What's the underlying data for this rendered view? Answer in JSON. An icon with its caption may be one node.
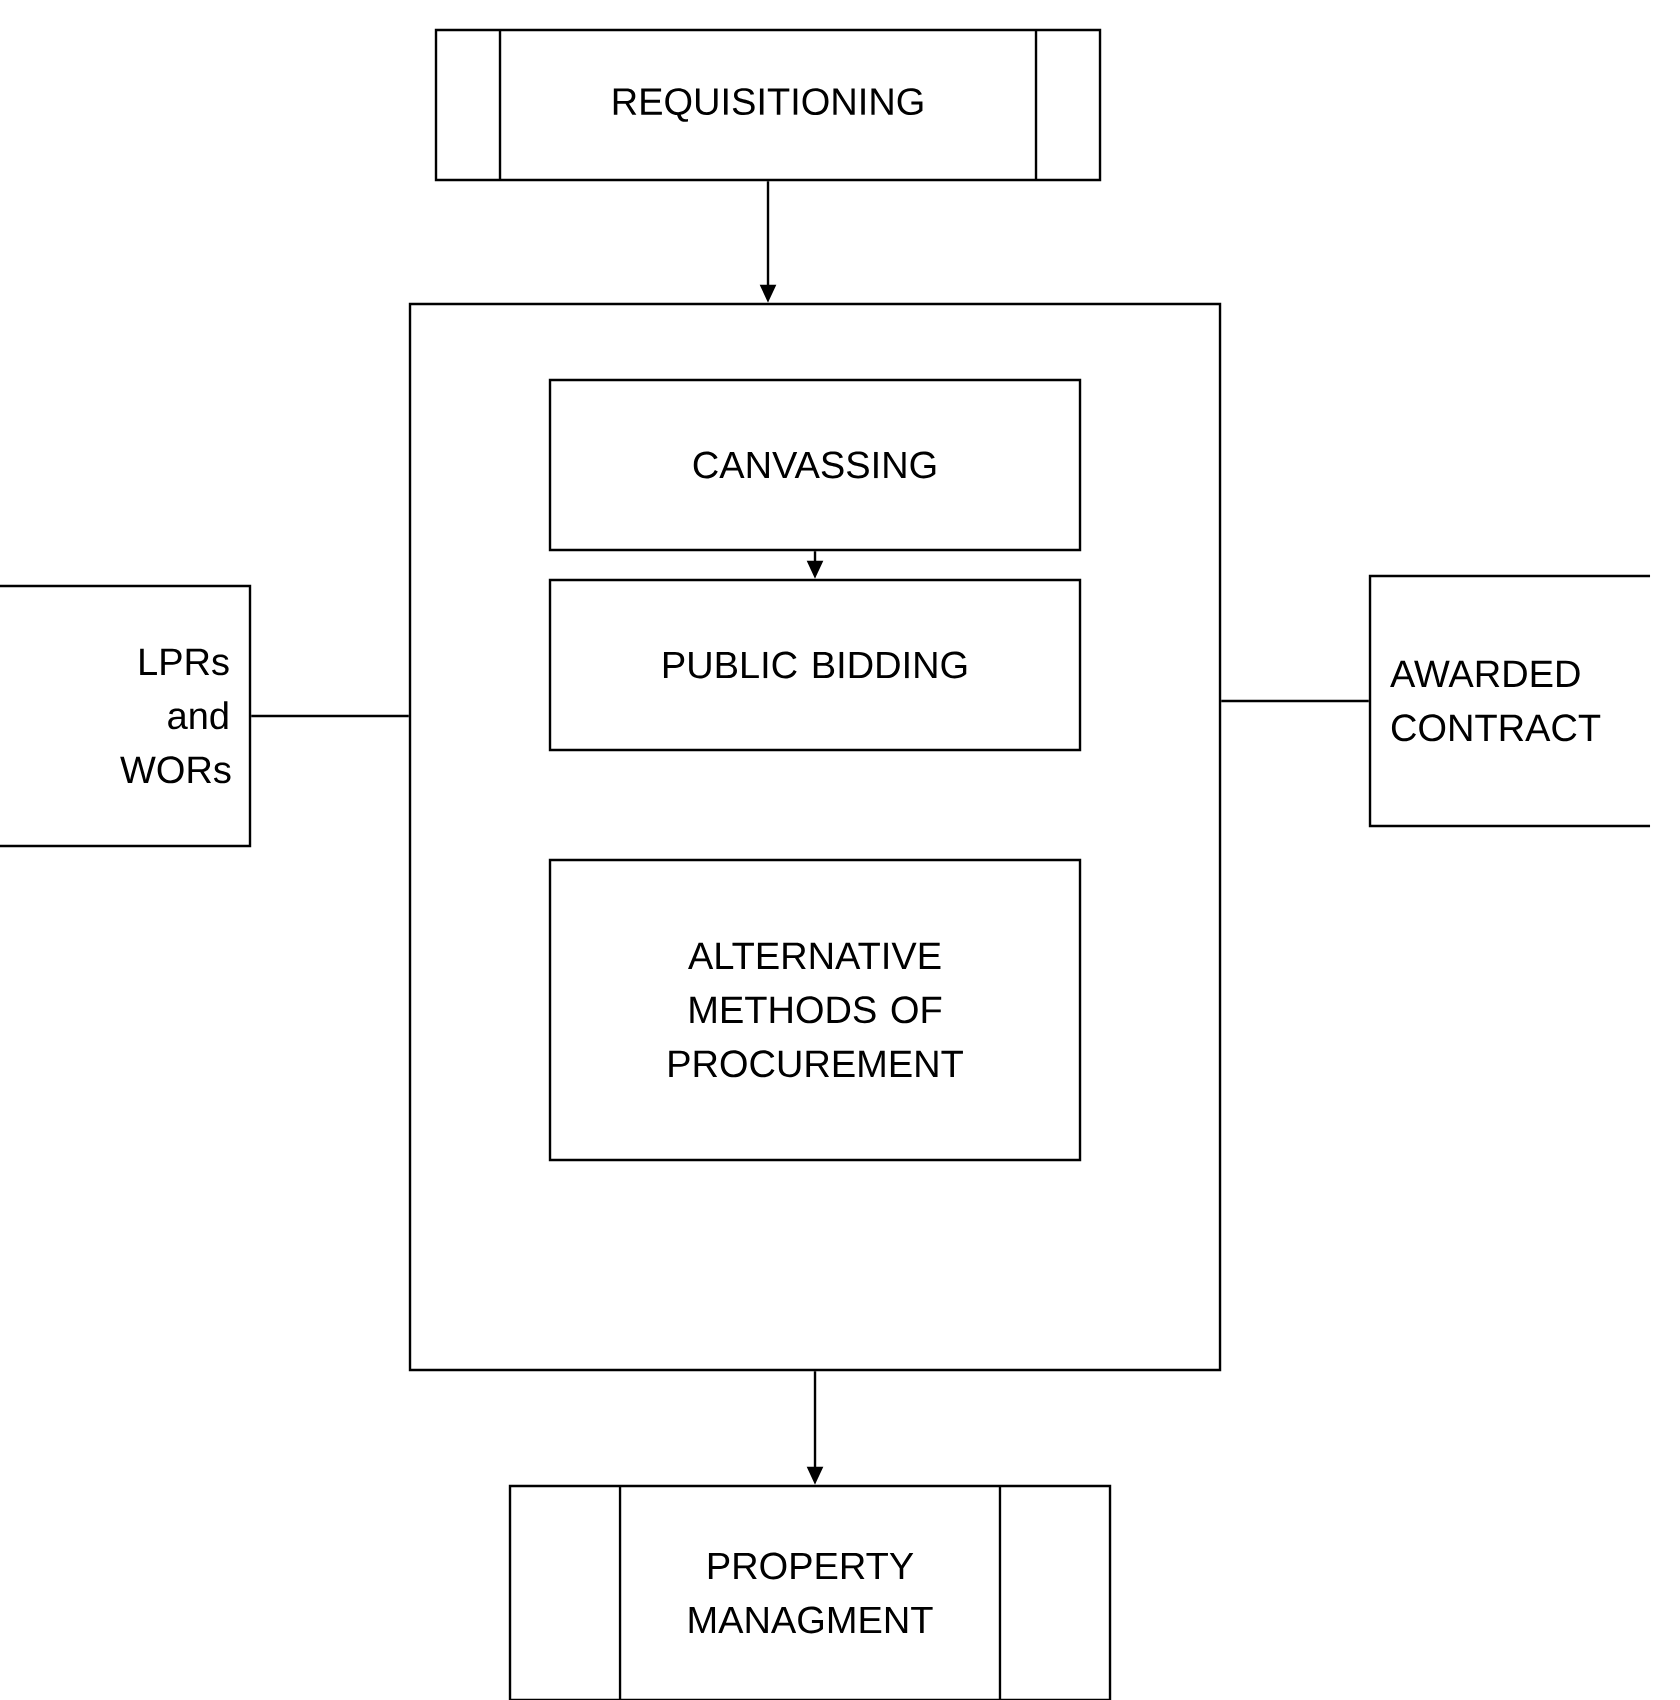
{
  "diagram": {
    "nodes": [
      {
        "text": [
          "REQUISITIONING"
        ]
      },
      {
        "text": [],
        "shape": "box"
      },
      {
        "text": [
          "CANVASSING"
        ],
        "in": 1
      },
      {
        "text": [
          "PUBLIC BIDDING"
        ],
        "in": 1
      },
      {
        "text": [
          "ALTERNATIVE METHODS OF PROCUREMENT"
        ],
        "in": 1
      },
      {
        "text": [
          "LPRs and WORs"
        ]
      },
      {
        "text": [
          "AWARDED CONTRACT"
        ]
      },
      {
        "text": [
          "PROPERTY MANAGMENT"
        ]
      }
    ],
    "edges": [
      {
        "from": 0,
        "to": 1,
        "arrow": "to"
      },
      {
        "from": 2,
        "to": 3,
        "arrow": "to"
      },
      {
        "from": 5,
        "to": 1,
        "arrow": "none"
      },
      {
        "from": 1,
        "to": 6,
        "arrow": "none"
      },
      {
        "from": 1,
        "to": 7,
        "arrow": "to"
      }
    ]
  }
}
